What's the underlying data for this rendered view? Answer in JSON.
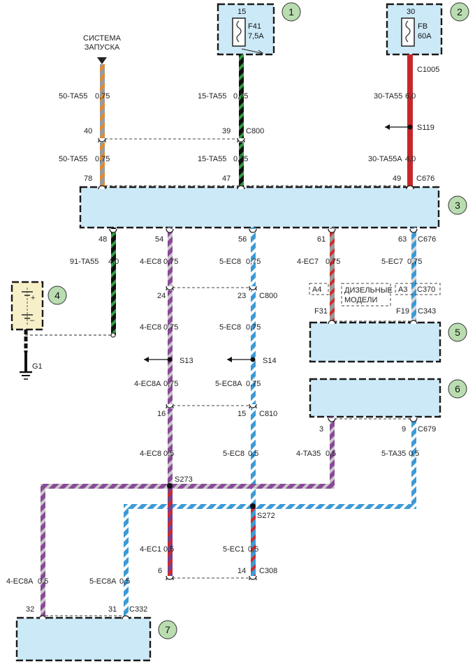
{
  "labels": {
    "start_system": "СИСТЕМА\nЗАПУСКА",
    "fuse1_pin": "15",
    "fuse1_name": "F41",
    "fuse1_rating": "7,5A",
    "fuse2_pin": "30",
    "fuse2_name": "FB",
    "fuse2_rating": "60A",
    "c1005": "C1005",
    "w50_ta55_top": "50-TA55",
    "w50_ta55_top_size": "0,75",
    "w15_ta55_top": "15-TA55",
    "w15_ta55_top_size": "0,75",
    "w30_ta55": "30-TA55",
    "w30_ta55_size": "6,0",
    "pin40": "40",
    "pin39": "39",
    "c800_top": "C800",
    "s119": "S119",
    "w50_ta55_mid": "50-TA55",
    "w50_ta55_mid_size": "0,75",
    "w15_ta55_mid": "15-TA55",
    "w15_ta55_mid_size": "0,75",
    "w30_ta55a": "30-TA55A",
    "w30_ta55a_size": "4,0",
    "pin78": "78",
    "pin47": "47",
    "pin49": "49",
    "c676_top": "C676",
    "pin48": "48",
    "pin54": "54",
    "pin56": "56",
    "pin61": "61",
    "pin63": "63",
    "c676_bot": "C676",
    "w91_ta55": "91-TA55",
    "w91_ta55_size": "4,0",
    "w4_ec8_a": "4-EC8",
    "w4_ec8_a_size": "0,75",
    "w5_ec8_a": "5-EC8",
    "w5_ec8_a_size": "0,75",
    "w4_ec7": "4-EC7",
    "w4_ec7_size": "0,75",
    "w5_ec7": "5-EC7",
    "w5_ec7_size": "0,75",
    "a4": "A4",
    "diesel": "ДИЗЕЛЬНЫЕ\nМОДЕЛИ",
    "a3": "A3",
    "c370": "C370",
    "pin24": "24",
    "pin23": "23",
    "c800_mid": "C800",
    "f31": "F31",
    "f19": "F19",
    "c343": "C343",
    "w4_ec8_b": "4-EC8",
    "w4_ec8_b_size": "0,75",
    "w5_ec8_b": "5-EC8",
    "w5_ec8_b_size": "0,75",
    "s13": "S13",
    "s14": "S14",
    "g1": "G1",
    "w4_ec8a": "4-EC8A",
    "w4_ec8a_size": "0,75",
    "w5_ec8a": "5-EC8A",
    "w5_ec8a_size": "0,75",
    "pin16": "16",
    "pin15": "15",
    "c810": "C810",
    "pin3": "3",
    "pin9": "9",
    "c679": "C679",
    "w4_ec8_c": "4-EC8",
    "w4_ec8_c_size": "0,5",
    "w5_ec8_c": "5-EC8",
    "w5_ec8_c_size": "0,5",
    "w4_ta35": "4-TA35",
    "w4_ta35_size": "0,5",
    "w5_ta35": "5-TA35",
    "w5_ta35_size": "0,5",
    "s273": "S273",
    "s272": "S272",
    "w4_ec1": "4-EC1",
    "w4_ec1_size": "0,5",
    "w5_ec1": "5-EC1",
    "w5_ec1_size": "0,5",
    "pin6": "6",
    "pin14": "14",
    "c308": "C308",
    "w4_ec8a_bot": "4-EC8A",
    "w4_ec8a_bot_size": "0,5",
    "w5_ec8a_bot": "5-EC8A",
    "w5_ec8a_bot_size": "0,5",
    "pin32": "32",
    "pin31": "31",
    "c332": "C332"
  },
  "callouts": [
    "1",
    "2",
    "3",
    "4",
    "5",
    "6",
    "7"
  ],
  "colors": {
    "component_fill": "#cce9f7",
    "callout_fill": "#b9ddb0",
    "wire_violet": "#7b3f8a",
    "wire_blue": "#3d9ad6",
    "wire_red": "#c8262b",
    "wire_green": "#2f8a3a",
    "wire_orange": "#e58a2a",
    "wire_gray": "#8c8c8c",
    "wire_black": "#111111"
  }
}
